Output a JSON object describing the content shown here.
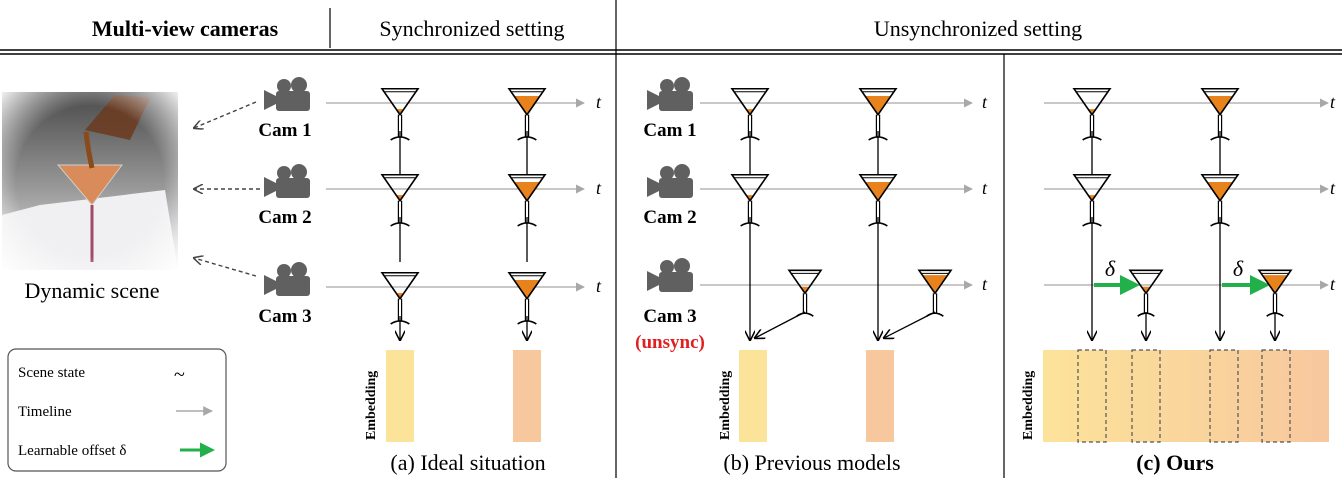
{
  "header": {
    "multiview": "Multi-view cameras",
    "sync": "Synchronized setting",
    "unsync": "Unsynchronized setting"
  },
  "scene": {
    "caption": "Dynamic scene"
  },
  "cameras": [
    "Cam 1",
    "Cam 2",
    "Cam 3"
  ],
  "unsync_tag": "(unsync)",
  "time_label": "t",
  "embedding_label": "Embedding",
  "delta": "δ",
  "legend": {
    "scene_state": "Scene state",
    "tilde": "~",
    "timeline": "Timeline",
    "offset": "Learnable offset δ"
  },
  "captions": {
    "a": "(a) Ideal situation",
    "b": "(b) Previous models",
    "c": "(c) Ours"
  },
  "colors": {
    "camera": "#606060",
    "timeline": "#a8a8a8",
    "liquid": "#e8821c",
    "offset": "#22b04a",
    "unsync": "#e02020",
    "embed_light": "#fce39a",
    "embed_dark": "#f7c79e"
  }
}
